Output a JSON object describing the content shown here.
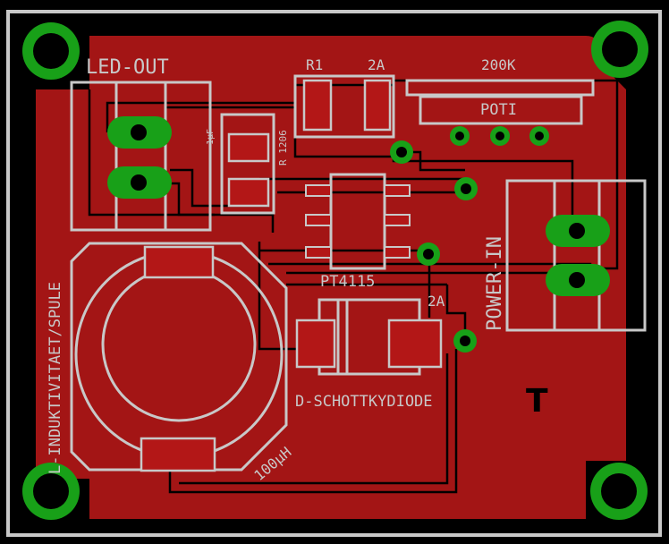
{
  "labels": {
    "led_out": "LED-OUT",
    "r1": "R1",
    "r1_rating": "2A",
    "pot_value": "200K",
    "poti": "POTI",
    "cap_value": "1µF",
    "cap_package": "R 1206",
    "power_in": "POWER-IN",
    "ic": "PT4115",
    "diode_rating": "2A",
    "diode": "D-SCHOTTKYDIODE",
    "inductor_name": "L-INDUKTIVITAET/SPULE",
    "inductor_value": "100µH",
    "t_mark": "T"
  },
  "colors": {
    "copper": "#a31515",
    "pad": "#18a018",
    "silkscreen": "#c8c8c8",
    "board_outline": "#c8c8c8",
    "background": "#000000"
  }
}
